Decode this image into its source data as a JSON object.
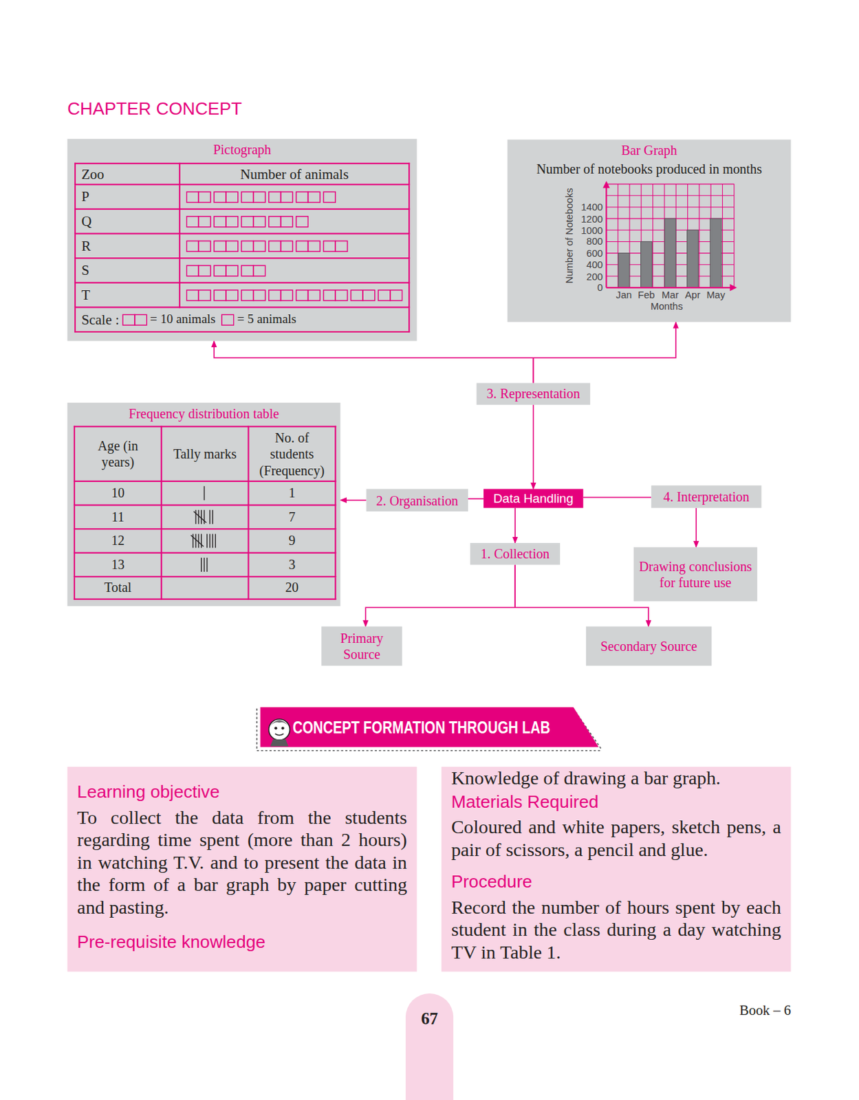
{
  "diagram": {
    "title": "CHAPTER CONCEPT",
    "nodes": [
      {
        "text": [
          "Pictograph"
        ]
      },
      {
        "text": [
          "Bar Graph",
          "Number of notebooks produced in months"
        ]
      },
      {
        "text": [
          "3. Representation"
        ]
      },
      {
        "text": [
          "Frequency distribution table"
        ]
      },
      {
        "text": [
          "2. Organisation"
        ]
      },
      {
        "text": [
          "Data Handling"
        ]
      },
      {
        "text": [
          "4. Interpretation"
        ]
      },
      {
        "text": [
          "1. Collection"
        ]
      },
      {
        "text": [
          "Drawing conclusions for future use"
        ]
      },
      {
        "text": [
          "Primary Source"
        ]
      },
      {
        "text": [
          "Secondary Source"
        ]
      },
      {
        "text": [
          "CONCEPT FORMATION THROUGH LAB"
        ]
      },
      {
        "text": [
          "Learning objective",
          "To collect the data from the students regarding time spent (more than 2 hours) in watching T.V. and to present the data in the form of a bar graph by paper cutting and pasting.",
          "Pre-requisite knowledge"
        ]
      },
      {
        "text": [
          "Knowledge of drawing a bar graph.",
          "Materials Required",
          "Coloured and white papers, sketch pens, a pair of scissors, a pencil and glue.",
          "Procedure",
          "Record the number of hours spent by each student in the class during a day watching TV in Table 1."
        ]
      },
      {
        "text": [
          "67"
        ]
      }
    ],
    "edges": [
      {
        "from": 2,
        "to": 5,
        "arrow": "to"
      },
      {
        "from": 2,
        "to": 0,
        "arrow": "to"
      },
      {
        "from": 2,
        "to": 1,
        "arrow": "to"
      },
      {
        "from": 5,
        "to": 4,
        "arrow": "none"
      },
      {
        "from": 4,
        "to": 3,
        "arrow": "to"
      },
      {
        "from": 5,
        "to": 6,
        "arrow": "none"
      },
      {
        "from": 6,
        "to": 8,
        "arrow": "to"
      },
      {
        "from": 5,
        "to": 7,
        "arrow": "to"
      },
      {
        "from": 7,
        "to": 9,
        "arrow": "to"
      },
      {
        "from": 7,
        "to": 10,
        "arrow": "to"
      }
    ],
    "labels": [
      "Zoo",
      "Number of animals",
      "P",
      "Q",
      "R",
      "S",
      "T",
      "Scale :",
      "= 10 animals",
      "= 5 animals",
      "Number of Notebooks",
      "1400",
      "1200",
      "1000",
      "800",
      "600",
      "400",
      "200",
      "0",
      "Jan",
      "Feb",
      "Mar",
      "Apr",
      "May",
      "Months",
      "Age (in years)",
      "Tally marks",
      "No. of students (Frequency)",
      "10",
      "1",
      "11",
      "7",
      "12",
      "9",
      "13",
      "3",
      "Total",
      "20",
      "Book – 6"
    ]
  }
}
